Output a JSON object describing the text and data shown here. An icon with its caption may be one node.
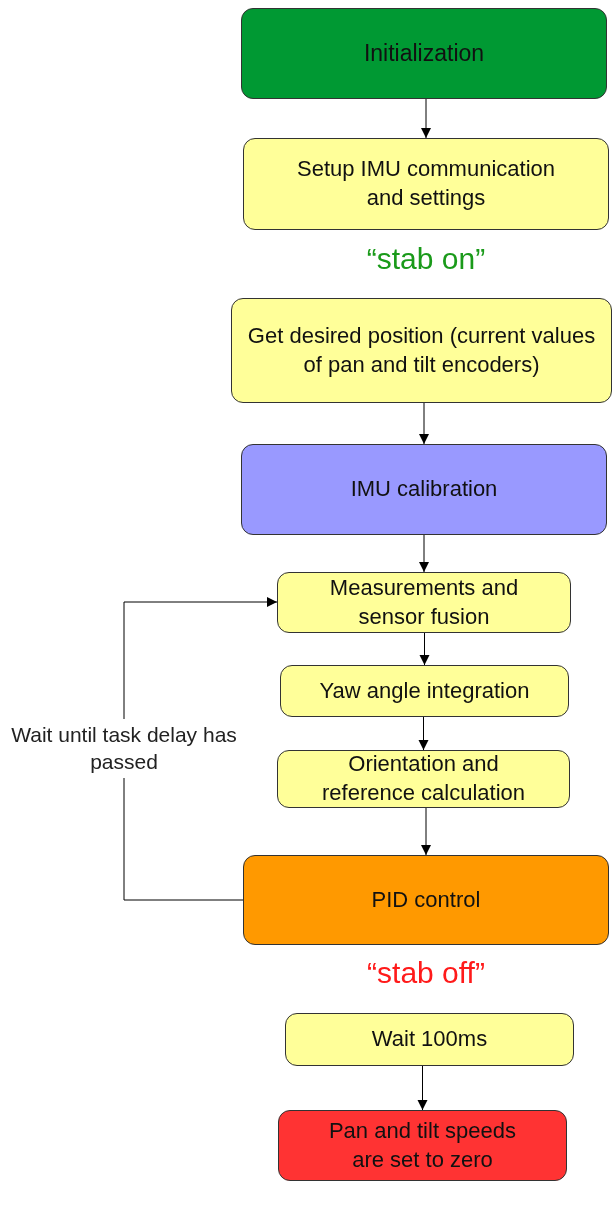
{
  "diagram": {
    "nodes": [
      {
        "text": [
          "Initialization"
        ]
      },
      {
        "text": [
          "Setup IMU communication and settings"
        ]
      },
      {
        "text": [
          "Get desired position (current values of pan and tilt encoders)"
        ]
      },
      {
        "text": [
          "IMU calibration"
        ]
      },
      {
        "text": [
          "Measurements and sensor fusion"
        ]
      },
      {
        "text": [
          "Yaw angle integration"
        ]
      },
      {
        "text": [
          "Orientation and reference calculation"
        ]
      },
      {
        "text": [
          "PID control"
        ]
      },
      {
        "text": [
          "Wait 100ms"
        ]
      },
      {
        "text": [
          "Pan and tilt speeds are set to zero"
        ]
      }
    ],
    "edges": [
      {
        "from": 0,
        "to": 1,
        "arrow": "to"
      },
      {
        "from": 2,
        "to": 3,
        "arrow": "to"
      },
      {
        "from": 3,
        "to": 4,
        "arrow": "to"
      },
      {
        "from": 4,
        "to": 5,
        "arrow": "to"
      },
      {
        "from": 5,
        "to": 6,
        "arrow": "to"
      },
      {
        "from": 6,
        "to": 7,
        "arrow": "to"
      },
      {
        "from": 7,
        "to": 4,
        "arrow": "to",
        "label": "Wait until task delay has passed"
      },
      {
        "from": 8,
        "to": 9,
        "arrow": "to"
      }
    ],
    "labels": [
      "“stab on”",
      "“stab off”"
    ]
  }
}
